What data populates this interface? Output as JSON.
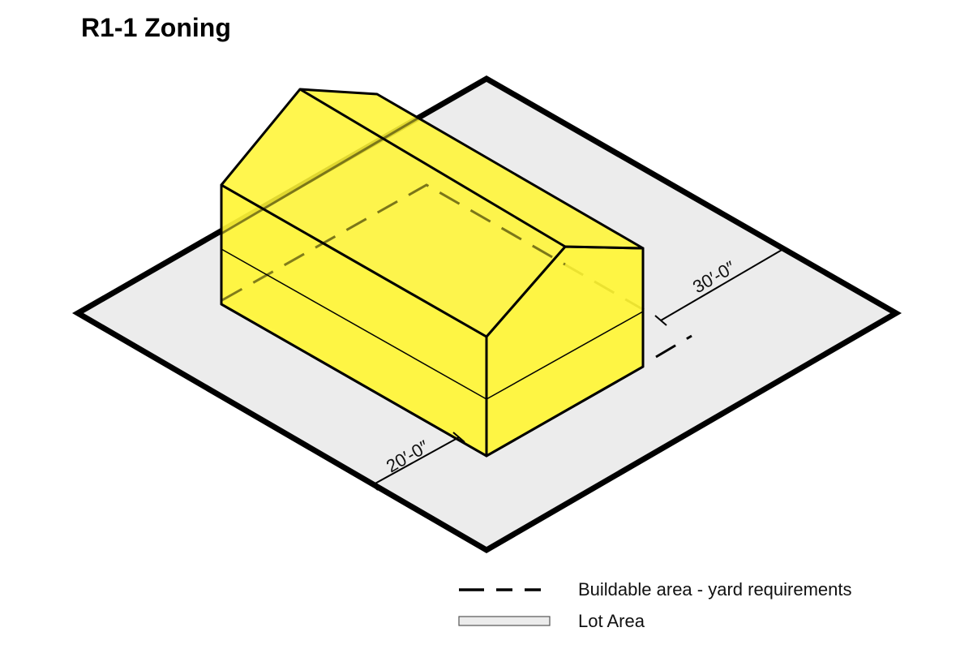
{
  "title": "R1-1 Zoning",
  "dimensions": {
    "rear_yard": "30′-0″",
    "front_yard": "20′-0″"
  },
  "legend": {
    "buildable": "Buildable area - yard requirements",
    "lot": "Lot Area"
  },
  "colors": {
    "house": "#fff535",
    "lot": "#ececec",
    "line": "#111111"
  }
}
